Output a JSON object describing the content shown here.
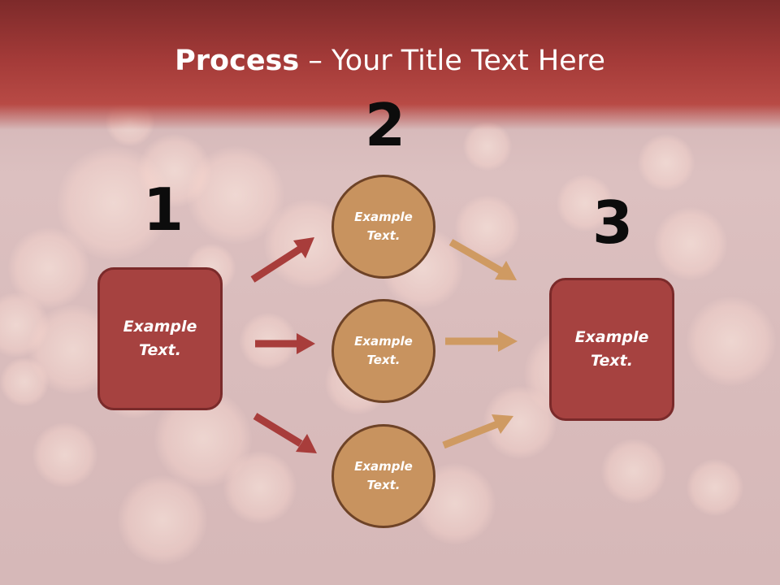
{
  "title": {
    "bold": "Process",
    "rest": " – Your Title Text Here"
  },
  "steps": {
    "one": "1",
    "two": "2",
    "three": "3"
  },
  "left_box": {
    "text": "Example\nText."
  },
  "right_box": {
    "text": "Example\nText."
  },
  "circles": [
    {
      "text": "Example\nText."
    },
    {
      "text": "Example\nText."
    },
    {
      "text": "Example\nText."
    }
  ],
  "colors": {
    "header": "#a33a38",
    "box_fill": "#a64240",
    "circle_fill": "#c8935f",
    "arrow_red": "#a83d3b",
    "arrow_tan": "#cf9a62"
  }
}
